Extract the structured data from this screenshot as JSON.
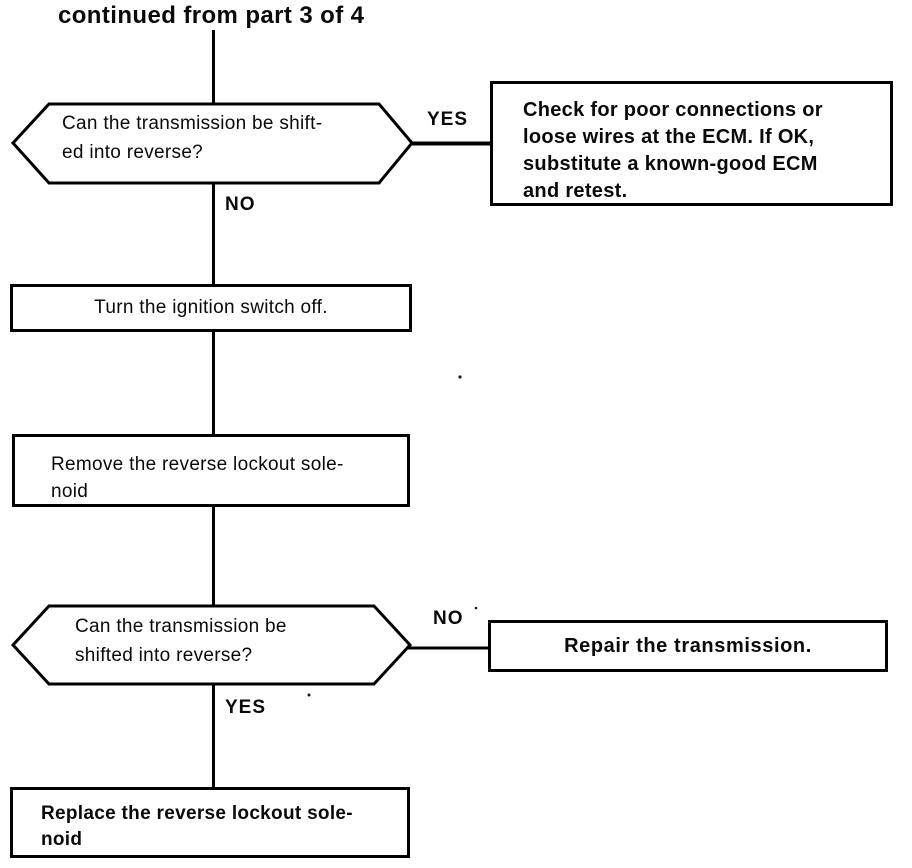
{
  "title": "continued from part 3 of 4",
  "edge_labels": {
    "decision1_yes": "YES",
    "decision1_no": "NO",
    "decision2_no": "NO",
    "decision2_yes": "YES"
  },
  "nodes": {
    "decision1": {
      "shape": "hexagon",
      "lines": [
        "Can the transmission be shift-",
        "ed into reverse?"
      ]
    },
    "ecm_action": {
      "shape": "rectangle",
      "lines": [
        "Check for poor connections or",
        "loose wires at the ECM. If OK,",
        "substitute a known-good ECM",
        "and retest."
      ]
    },
    "turn_ignition_off": {
      "shape": "rectangle",
      "lines": [
        "Turn the ignition switch off."
      ]
    },
    "remove_solenoid": {
      "shape": "rectangle",
      "lines": [
        "Remove the reverse lockout sole-",
        "noid"
      ]
    },
    "decision2": {
      "shape": "hexagon",
      "lines": [
        "Can the transmission be",
        "shifted into reverse?"
      ]
    },
    "repair_transmission": {
      "shape": "rectangle",
      "lines": [
        "Repair the transmission."
      ]
    },
    "replace_solenoid": {
      "shape": "rectangle",
      "lines": [
        "Replace the reverse lockout sole-",
        "noid"
      ]
    }
  },
  "colors": {
    "ink": "#000000",
    "paper": "#ffffff"
  }
}
